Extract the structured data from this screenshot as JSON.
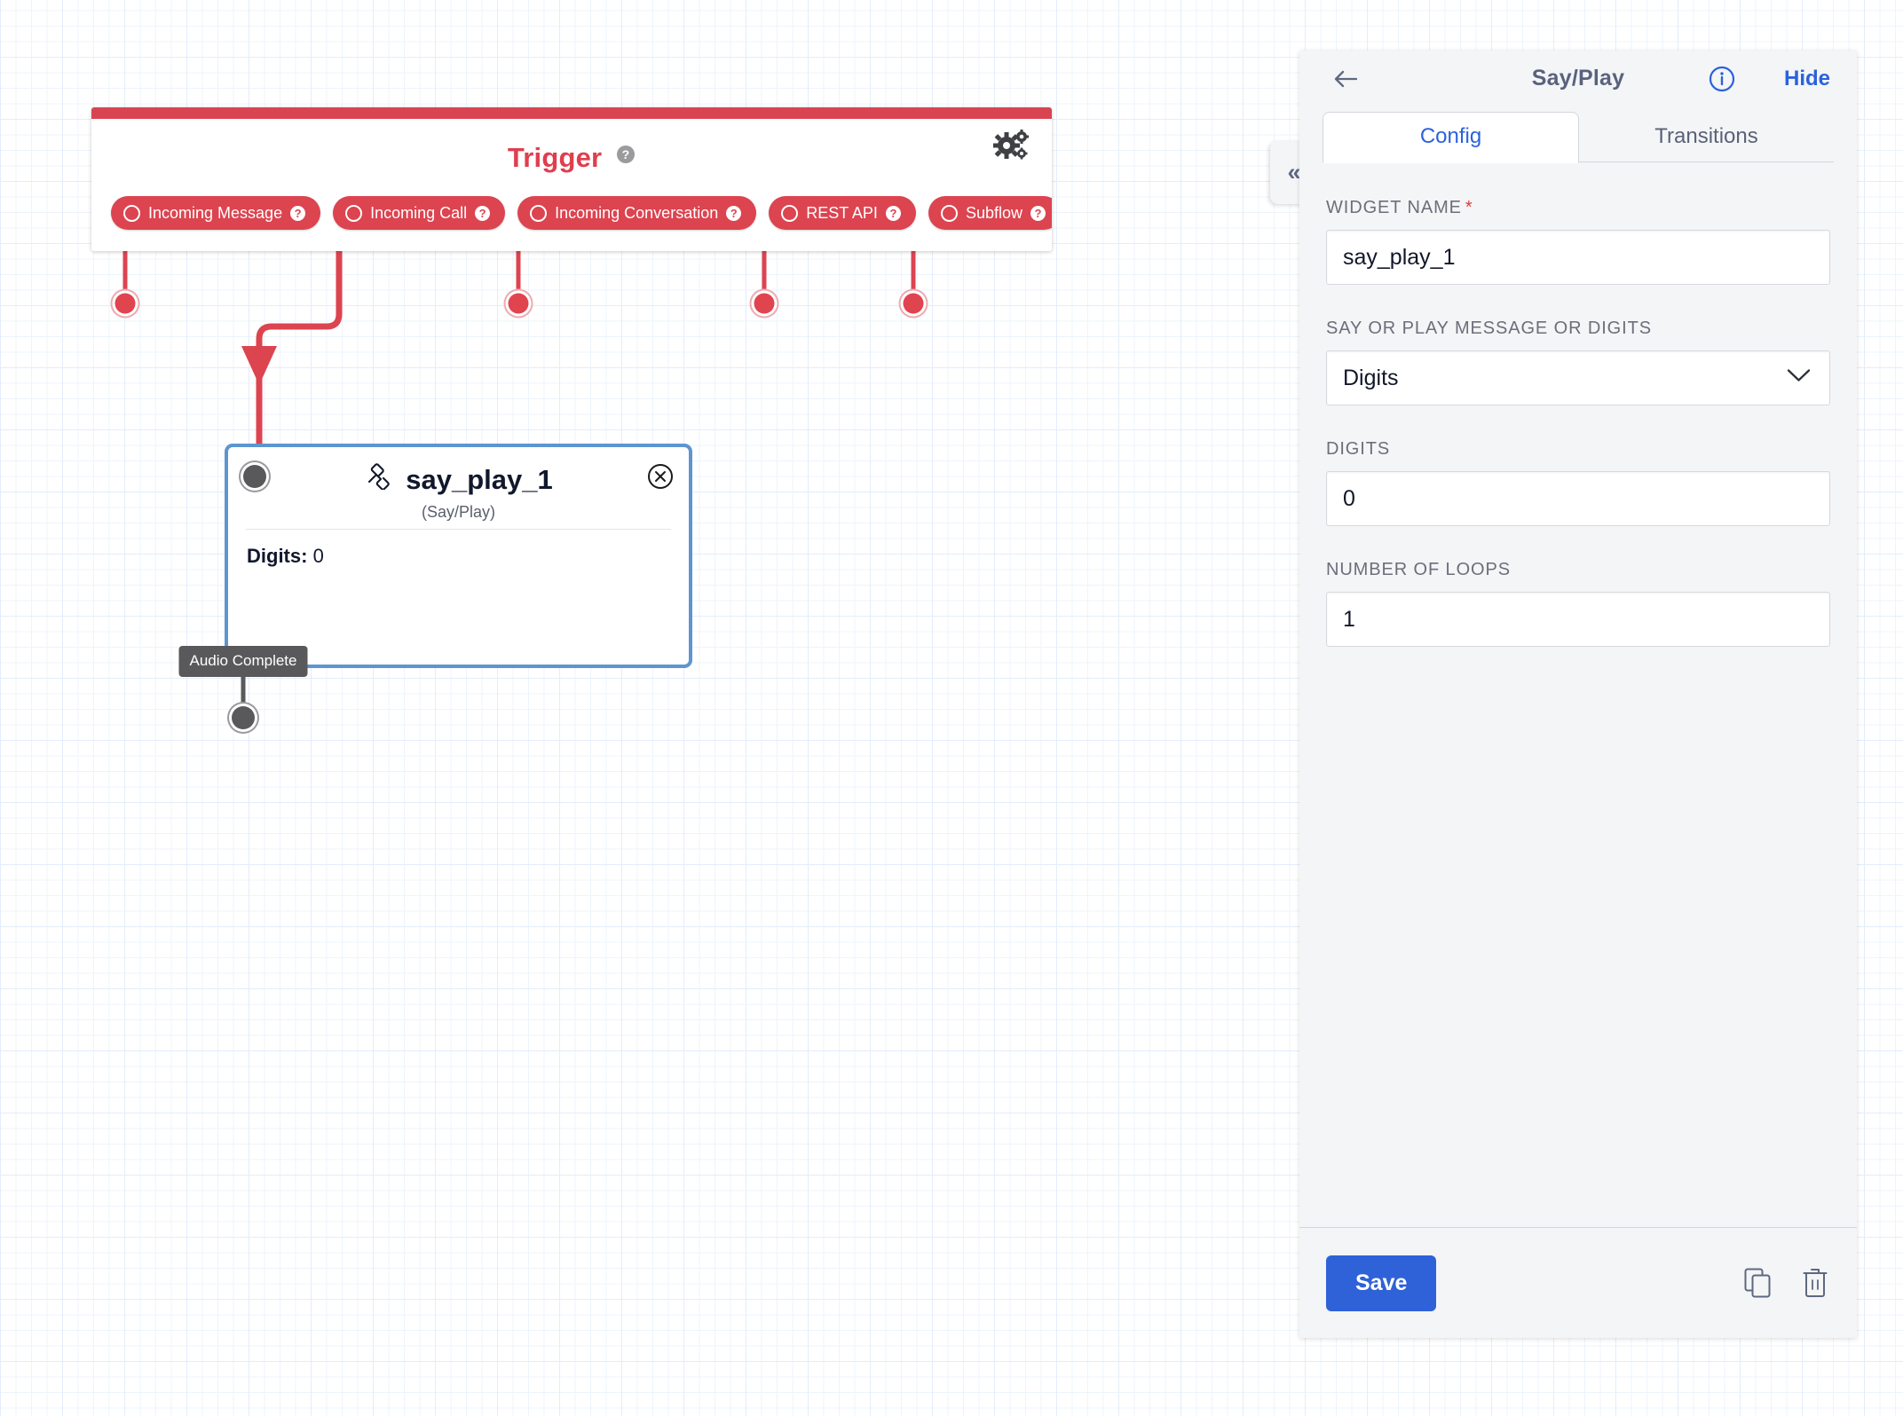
{
  "canvas": {
    "trigger": {
      "title": "Trigger",
      "help_icon": "help-circle-icon",
      "settings_icon": "gears-icon",
      "pills": [
        {
          "label": "Incoming Message",
          "ring_icon": "circle-outline-icon",
          "help_icon": "help-circle-icon"
        },
        {
          "label": "Incoming Call",
          "ring_icon": "circle-outline-icon",
          "help_icon": "help-circle-icon"
        },
        {
          "label": "Incoming Conversation",
          "ring_icon": "circle-outline-icon",
          "help_icon": "help-circle-icon"
        },
        {
          "label": "REST API",
          "ring_icon": "circle-outline-icon",
          "help_icon": "help-circle-icon"
        },
        {
          "label": "Subflow",
          "ring_icon": "circle-outline-icon",
          "help_icon": "help-circle-icon"
        }
      ]
    },
    "node": {
      "title": "say_play_1",
      "type_icon": "phone-handset-icon",
      "subtitle": "(Say/Play)",
      "close_icon": "close-circle-icon",
      "body_key": "Digits:",
      "body_value": "0",
      "output_label": "Audio Complete"
    },
    "collapse_tab": {
      "icon": "double-chevron-left-icon",
      "glyph": "«"
    }
  },
  "panel": {
    "back_icon": "arrow-left-icon",
    "title": "Say/Play",
    "info_icon": "info-circle-icon",
    "hide_label": "Hide",
    "tabs": [
      {
        "label": "Config",
        "active": true
      },
      {
        "label": "Transitions",
        "active": false
      }
    ],
    "fields": [
      {
        "label": "WIDGET NAME",
        "required": true,
        "type": "text",
        "value": "say_play_1",
        "placeholder": ""
      },
      {
        "label": "SAY OR PLAY MESSAGE OR DIGITS",
        "required": false,
        "type": "select",
        "value": "Digits",
        "chevron_icon": "chevron-down-icon"
      },
      {
        "label": "DIGITS",
        "required": false,
        "type": "text",
        "value": "0",
        "placeholder": ""
      },
      {
        "label": "NUMBER OF LOOPS",
        "required": false,
        "type": "text",
        "value": "1",
        "placeholder": ""
      }
    ],
    "footer": {
      "save_label": "Save",
      "copy_icon": "copy-icon",
      "delete_icon": "trash-icon"
    }
  },
  "colors": {
    "trigger_red": "#dc4450",
    "node_border_blue": "#5e95d0",
    "accent_blue": "#2b62db",
    "port_gray": "#59595b",
    "panel_bg": "#f4f5f7"
  }
}
